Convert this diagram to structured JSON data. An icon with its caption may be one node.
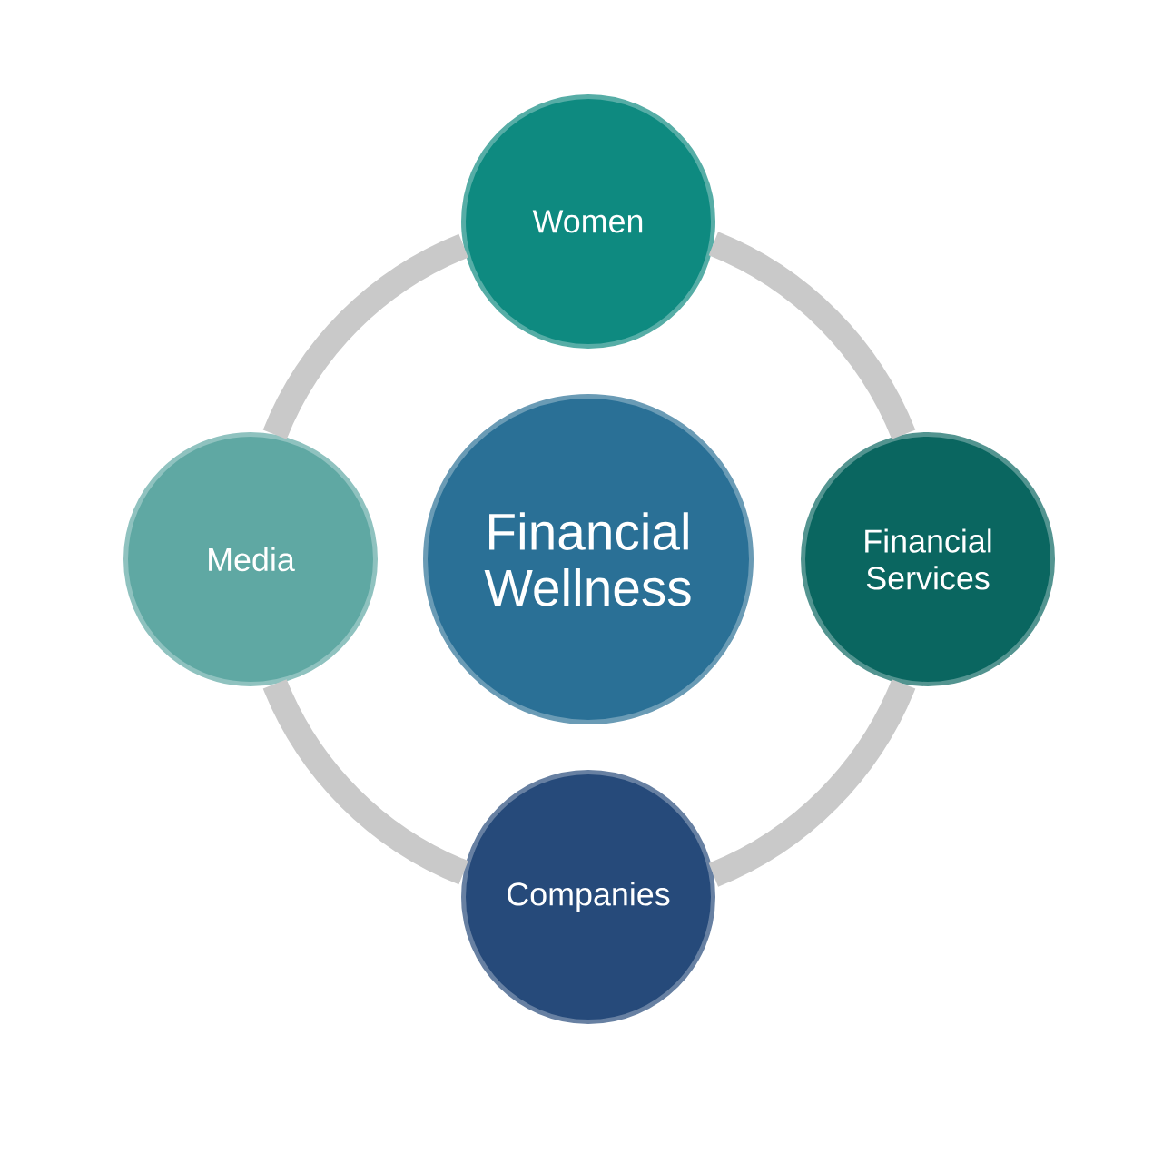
{
  "diagram": {
    "nodes": [
      {
        "text": [
          "Women"
        ]
      },
      {
        "text": [
          "Media"
        ]
      },
      {
        "text": [
          "Financial Wellness"
        ]
      },
      {
        "text": [
          "Financial Services"
        ]
      },
      {
        "text": [
          "Companies"
        ]
      }
    ],
    "edges": [
      {
        "from": 0,
        "to": 3,
        "arrow": "none"
      },
      {
        "from": 3,
        "to": 4,
        "arrow": "none"
      },
      {
        "from": 4,
        "to": 1,
        "arrow": "none"
      },
      {
        "from": 1,
        "to": 0,
        "arrow": "none"
      }
    ]
  }
}
